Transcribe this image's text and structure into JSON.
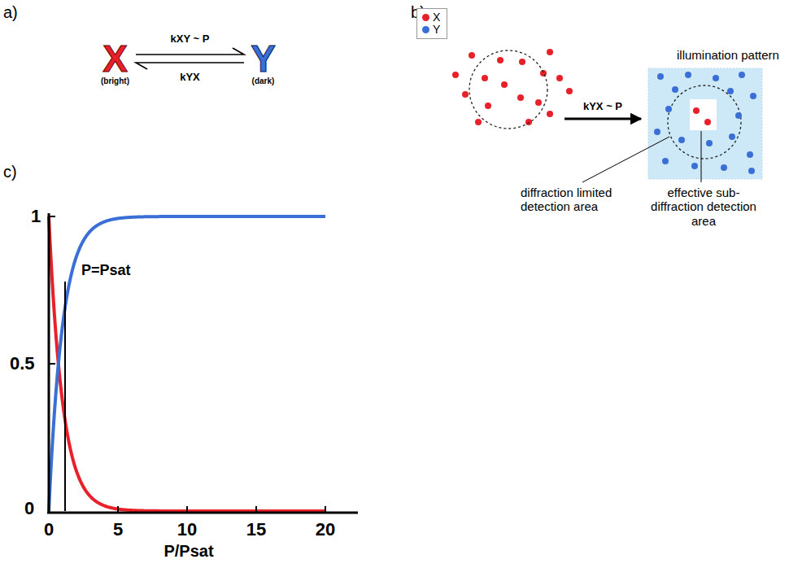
{
  "diagram": {
    "nodes": [
      {
        "text": [
          "X",
          "(bright)"
        ]
      },
      {
        "text": [
          "Y",
          "(dark)"
        ]
      }
    ],
    "edges": [
      {
        "from": 0,
        "to": 1,
        "label": "kXY ~ P",
        "arrow": "to"
      },
      {
        "from": 1,
        "to": 0,
        "label": "kYX",
        "arrow": "to"
      }
    ],
    "labels": [
      "a)",
      "b)",
      "c)",
      "kYX ~ P",
      "illumination pattern",
      "diffraction limited detection area",
      "effective sub-diffraction detection area",
      "1",
      "0.5",
      "0",
      "0",
      "5",
      "10",
      "15",
      "20",
      "P/Psat",
      "P=Psat"
    ],
    "legend": [
      {
        "text": "X",
        "color": "#e8202a"
      },
      {
        "text": "Y",
        "color": "#3a6fd6"
      }
    ]
  }
}
